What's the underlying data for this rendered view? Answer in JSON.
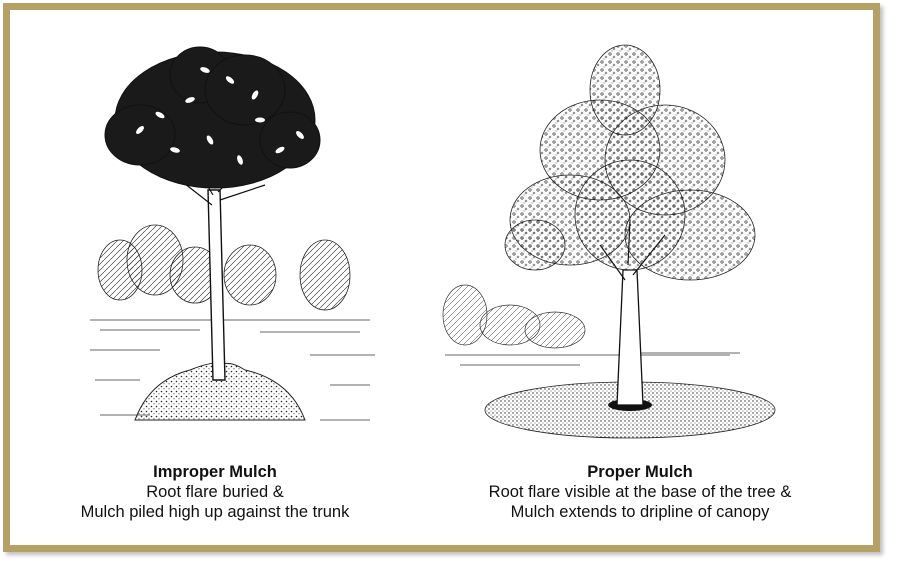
{
  "colors": {
    "frame": "#b5a165",
    "ink": "#111111",
    "background": "#ffffff"
  },
  "left": {
    "title": "Improper Mulch",
    "line1": "Root flare buried &",
    "line2": "Mulch piled high up against the trunk"
  },
  "right": {
    "title": "Proper Mulch",
    "line1": "Root flare visible at the base of the tree &",
    "line2": "Mulch extends to dripline of canopy"
  }
}
